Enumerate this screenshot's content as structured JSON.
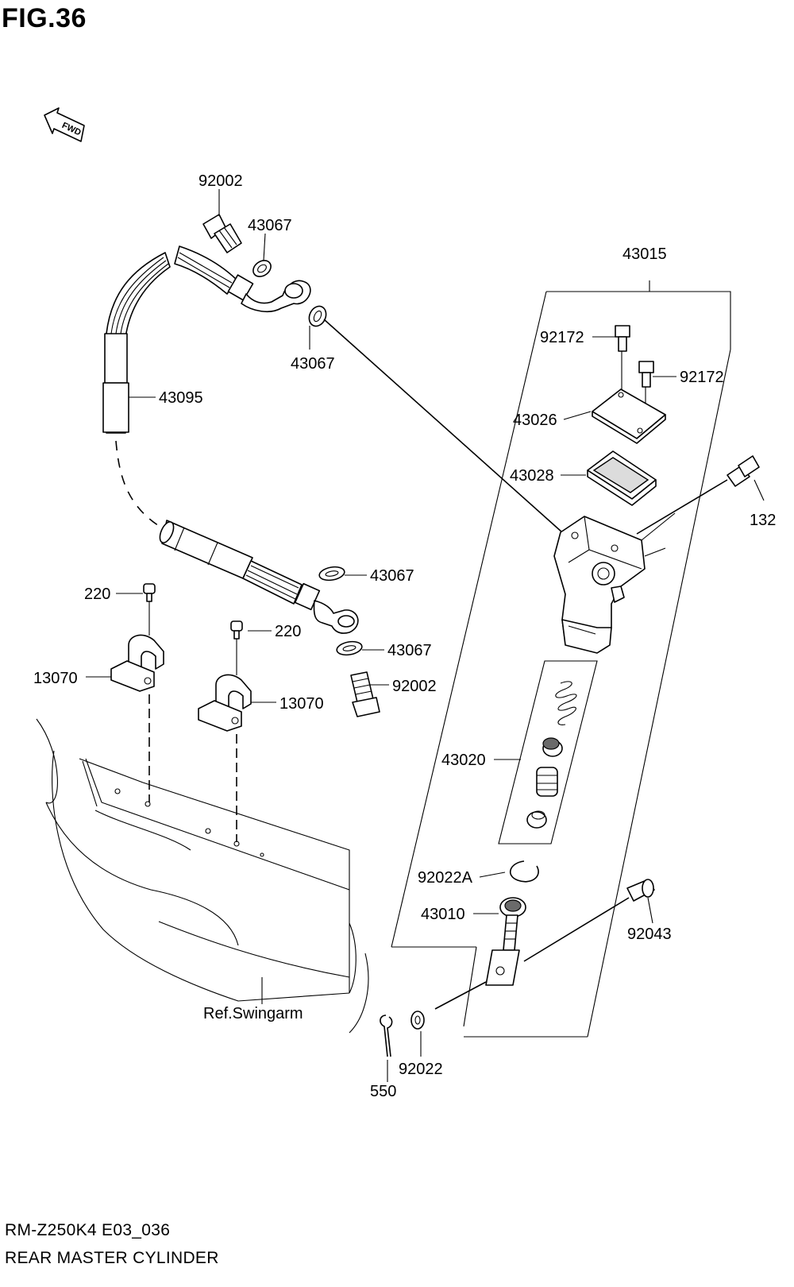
{
  "header": {
    "figure": "FIG.36"
  },
  "fwd_arrow": {
    "label": "FWD"
  },
  "callouts": [
    {
      "part_no": "92002"
    },
    {
      "part_no": "43067"
    },
    {
      "part_no": "43067"
    },
    {
      "part_no": "43095"
    },
    {
      "part_no": "43015"
    },
    {
      "part_no": "92172"
    },
    {
      "part_no": "92172"
    },
    {
      "part_no": "43026"
    },
    {
      "part_no": "43028"
    },
    {
      "part_no": "132"
    },
    {
      "part_no": "43067"
    },
    {
      "part_no": "220"
    },
    {
      "part_no": "220"
    },
    {
      "part_no": "43067"
    },
    {
      "part_no": "13070"
    },
    {
      "part_no": "92002"
    },
    {
      "part_no": "13070"
    },
    {
      "part_no": "43020"
    },
    {
      "part_no": "92022A"
    },
    {
      "part_no": "43010"
    },
    {
      "part_no": "92043"
    },
    {
      "part_no": "Ref.Swingarm"
    },
    {
      "part_no": "92022"
    },
    {
      "part_no": "550"
    }
  ],
  "footer": {
    "code": "RM-Z250K4 E03_036",
    "name": "REAR MASTER CYLINDER"
  }
}
